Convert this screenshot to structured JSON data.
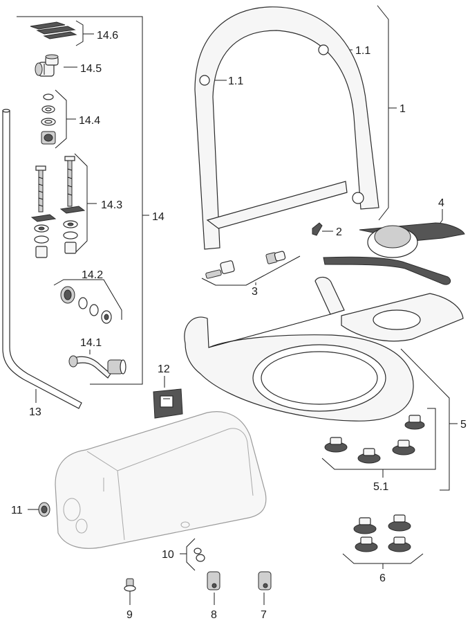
{
  "labels": {
    "l_14_6": "14.6",
    "l_14_5": "14.5",
    "l_14_4": "14.4",
    "l_14_3": "14.3",
    "l_14": "14",
    "l_14_2": "14.2",
    "l_14_1": "14.1",
    "l_13": "13",
    "l_12": "12",
    "l_11": "11",
    "l_10": "10",
    "l_9": "9",
    "l_8": "8",
    "l_7": "7",
    "l_6": "6",
    "l_5_1": "5.1",
    "l_5": "5",
    "l_4": "4",
    "l_3": "3",
    "l_2": "2",
    "l_1": "1",
    "l_1_1_top": "1.1",
    "l_1_1_left": "1.1"
  },
  "colors": {
    "line": "#1a1a1a",
    "part_stroke": "#2a2a2a",
    "ghost_stroke": "#9a9a9a",
    "fill_light": "#f4f4f4",
    "fill_mid": "#d9d9d9",
    "fill_dark": "#555555"
  }
}
